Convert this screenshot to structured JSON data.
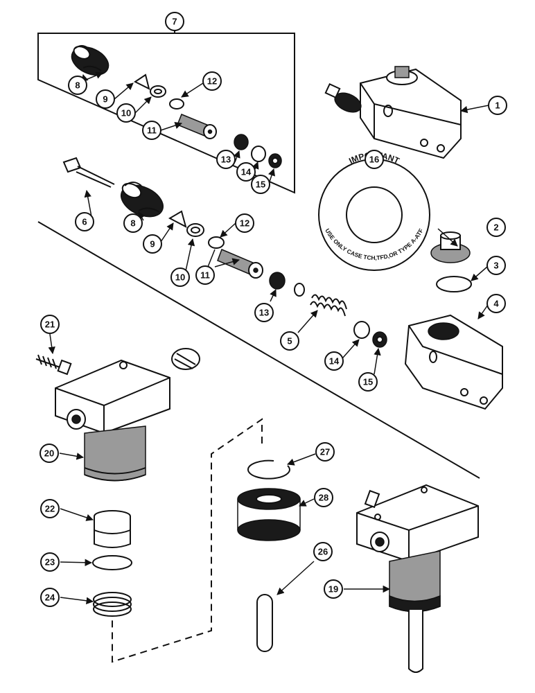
{
  "callouts": [
    "1",
    "2",
    "3",
    "4",
    "5",
    "6",
    "7",
    "8",
    "9",
    "10",
    "11",
    "12",
    "13",
    "14",
    "15",
    "16",
    "19",
    "20",
    "21",
    "22",
    "23",
    "24",
    "26",
    "27",
    "28"
  ],
  "decal": {
    "top": "IMPORTANT",
    "bottom": "USE ONLY CASE TCH,TFD,OR TYPE A-ATF"
  }
}
